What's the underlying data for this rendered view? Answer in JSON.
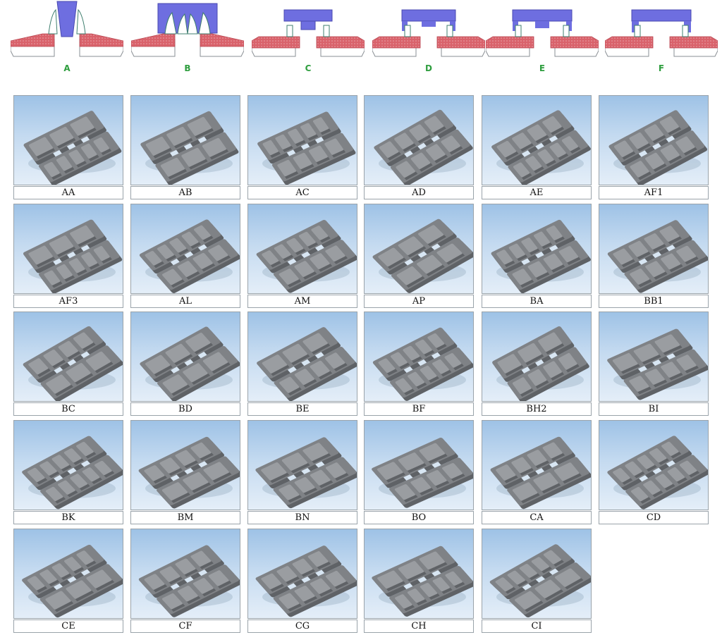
{
  "profiles": [
    {
      "letter": "A",
      "variant": "A"
    },
    {
      "letter": "B",
      "variant": "B"
    },
    {
      "letter": "C",
      "variant": "C"
    },
    {
      "letter": "D",
      "variant": "D"
    },
    {
      "letter": "E",
      "variant": "E"
    },
    {
      "letter": "F",
      "variant": "F"
    }
  ],
  "tiles": [
    "AA",
    "AB",
    "AC",
    "AD",
    "AE",
    "AF1",
    "AF3",
    "AL",
    "AM",
    "AP",
    "BA",
    "BB1",
    "BC",
    "BD",
    "BE",
    "BF",
    "BH2",
    "BI",
    "BK",
    "BM",
    "BN",
    "BO",
    "CA",
    "CD",
    "CE",
    "CF",
    "CG",
    "CH",
    "CI"
  ],
  "colors": {
    "rubber": "#d9626b",
    "rubber_dots": "#e9a6ab",
    "guide": "#6e6ee0",
    "outline": "#3f7f6f",
    "pad": "#7f8286",
    "pad_light": "#9a9da1",
    "pad_dark": "#5f6266",
    "letter": "#2f9e3f"
  }
}
